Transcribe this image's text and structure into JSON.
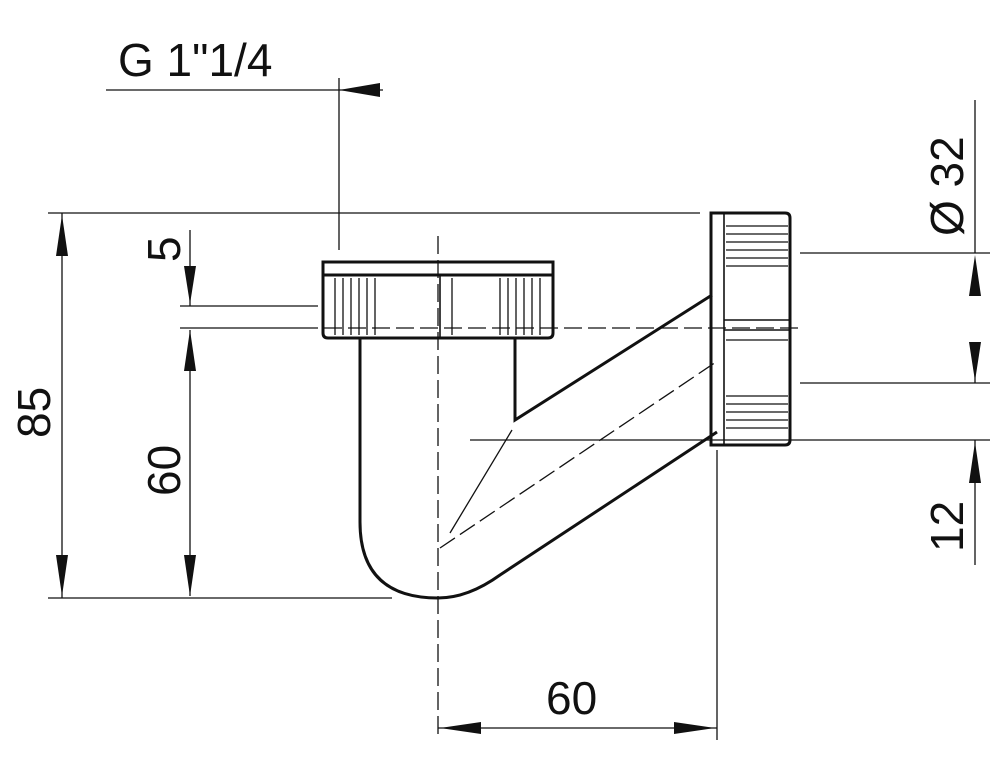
{
  "dimensions": {
    "thread": "G 1\"1/4",
    "diameter": "Ø 32",
    "nut_height": "5",
    "total_height": "85",
    "trap_depth": "60",
    "offset": "60",
    "outlet_step": "12"
  },
  "colors": {
    "line": "#111111",
    "background": "#ffffff"
  }
}
